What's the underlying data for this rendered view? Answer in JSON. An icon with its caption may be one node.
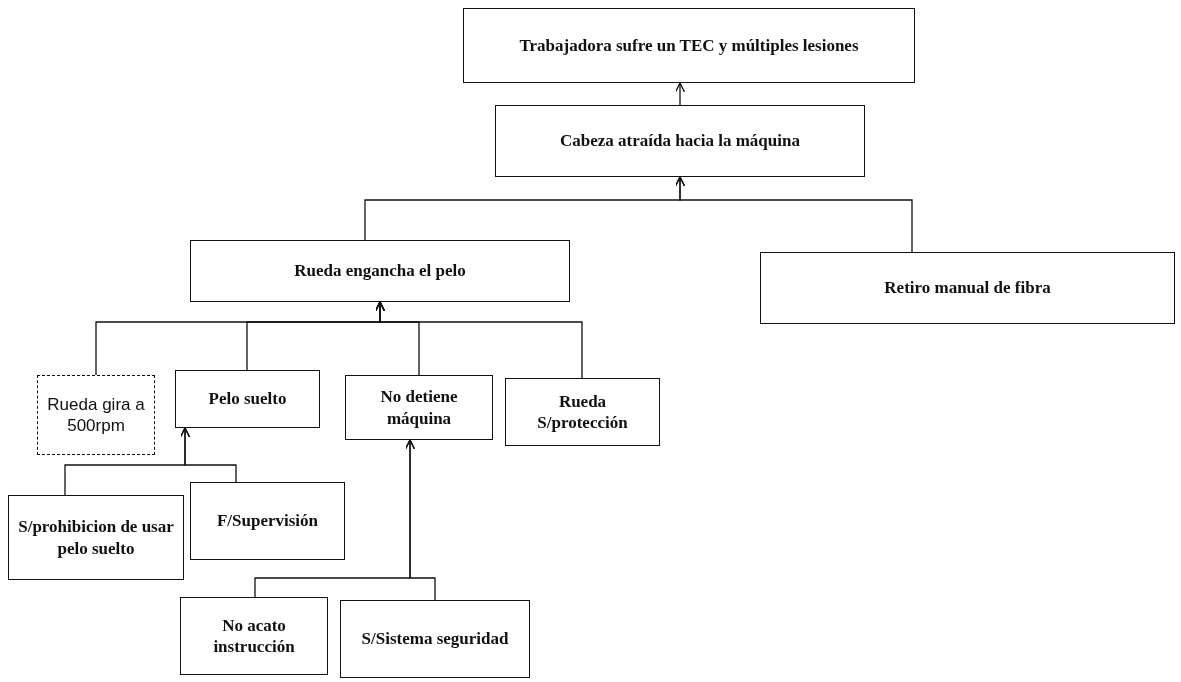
{
  "diagram": {
    "nodes": [
      {
        "text": [
          "Trabajadora sufre un TEC y múltiples lesiones"
        ]
      },
      {
        "text": [
          "Cabeza atraída hacia la máquina"
        ]
      },
      {
        "text": [
          "Rueda engancha el pelo"
        ]
      },
      {
        "text": [
          "Retiro manual de fibra"
        ]
      },
      {
        "text": [
          "Rueda gira a 500rpm"
        ]
      },
      {
        "text": [
          "Pelo suelto"
        ]
      },
      {
        "text": [
          "No detiene máquina"
        ]
      },
      {
        "text": [
          "Rueda S/protección"
        ]
      },
      {
        "text": [
          "S/prohibicion de usar pelo suelto"
        ]
      },
      {
        "text": [
          "F/Supervisión"
        ]
      },
      {
        "text": [
          "No acato instrucción"
        ]
      },
      {
        "text": [
          "S/Sistema seguridad"
        ]
      }
    ],
    "edges": [
      {
        "from": 1,
        "to": 0,
        "arrow": "to"
      },
      {
        "from": 2,
        "to": 1,
        "arrow": "to"
      },
      {
        "from": 3,
        "to": 1,
        "arrow": "to"
      },
      {
        "from": 4,
        "to": 2,
        "arrow": "to"
      },
      {
        "from": 5,
        "to": 2,
        "arrow": "to"
      },
      {
        "from": 6,
        "to": 2,
        "arrow": "to"
      },
      {
        "from": 7,
        "to": 2,
        "arrow": "to"
      },
      {
        "from": 8,
        "to": 5,
        "arrow": "to"
      },
      {
        "from": 9,
        "to": 5,
        "arrow": "to"
      },
      {
        "from": 10,
        "to": 6,
        "arrow": "to"
      },
      {
        "from": 11,
        "to": 6,
        "arrow": "to"
      }
    ]
  }
}
